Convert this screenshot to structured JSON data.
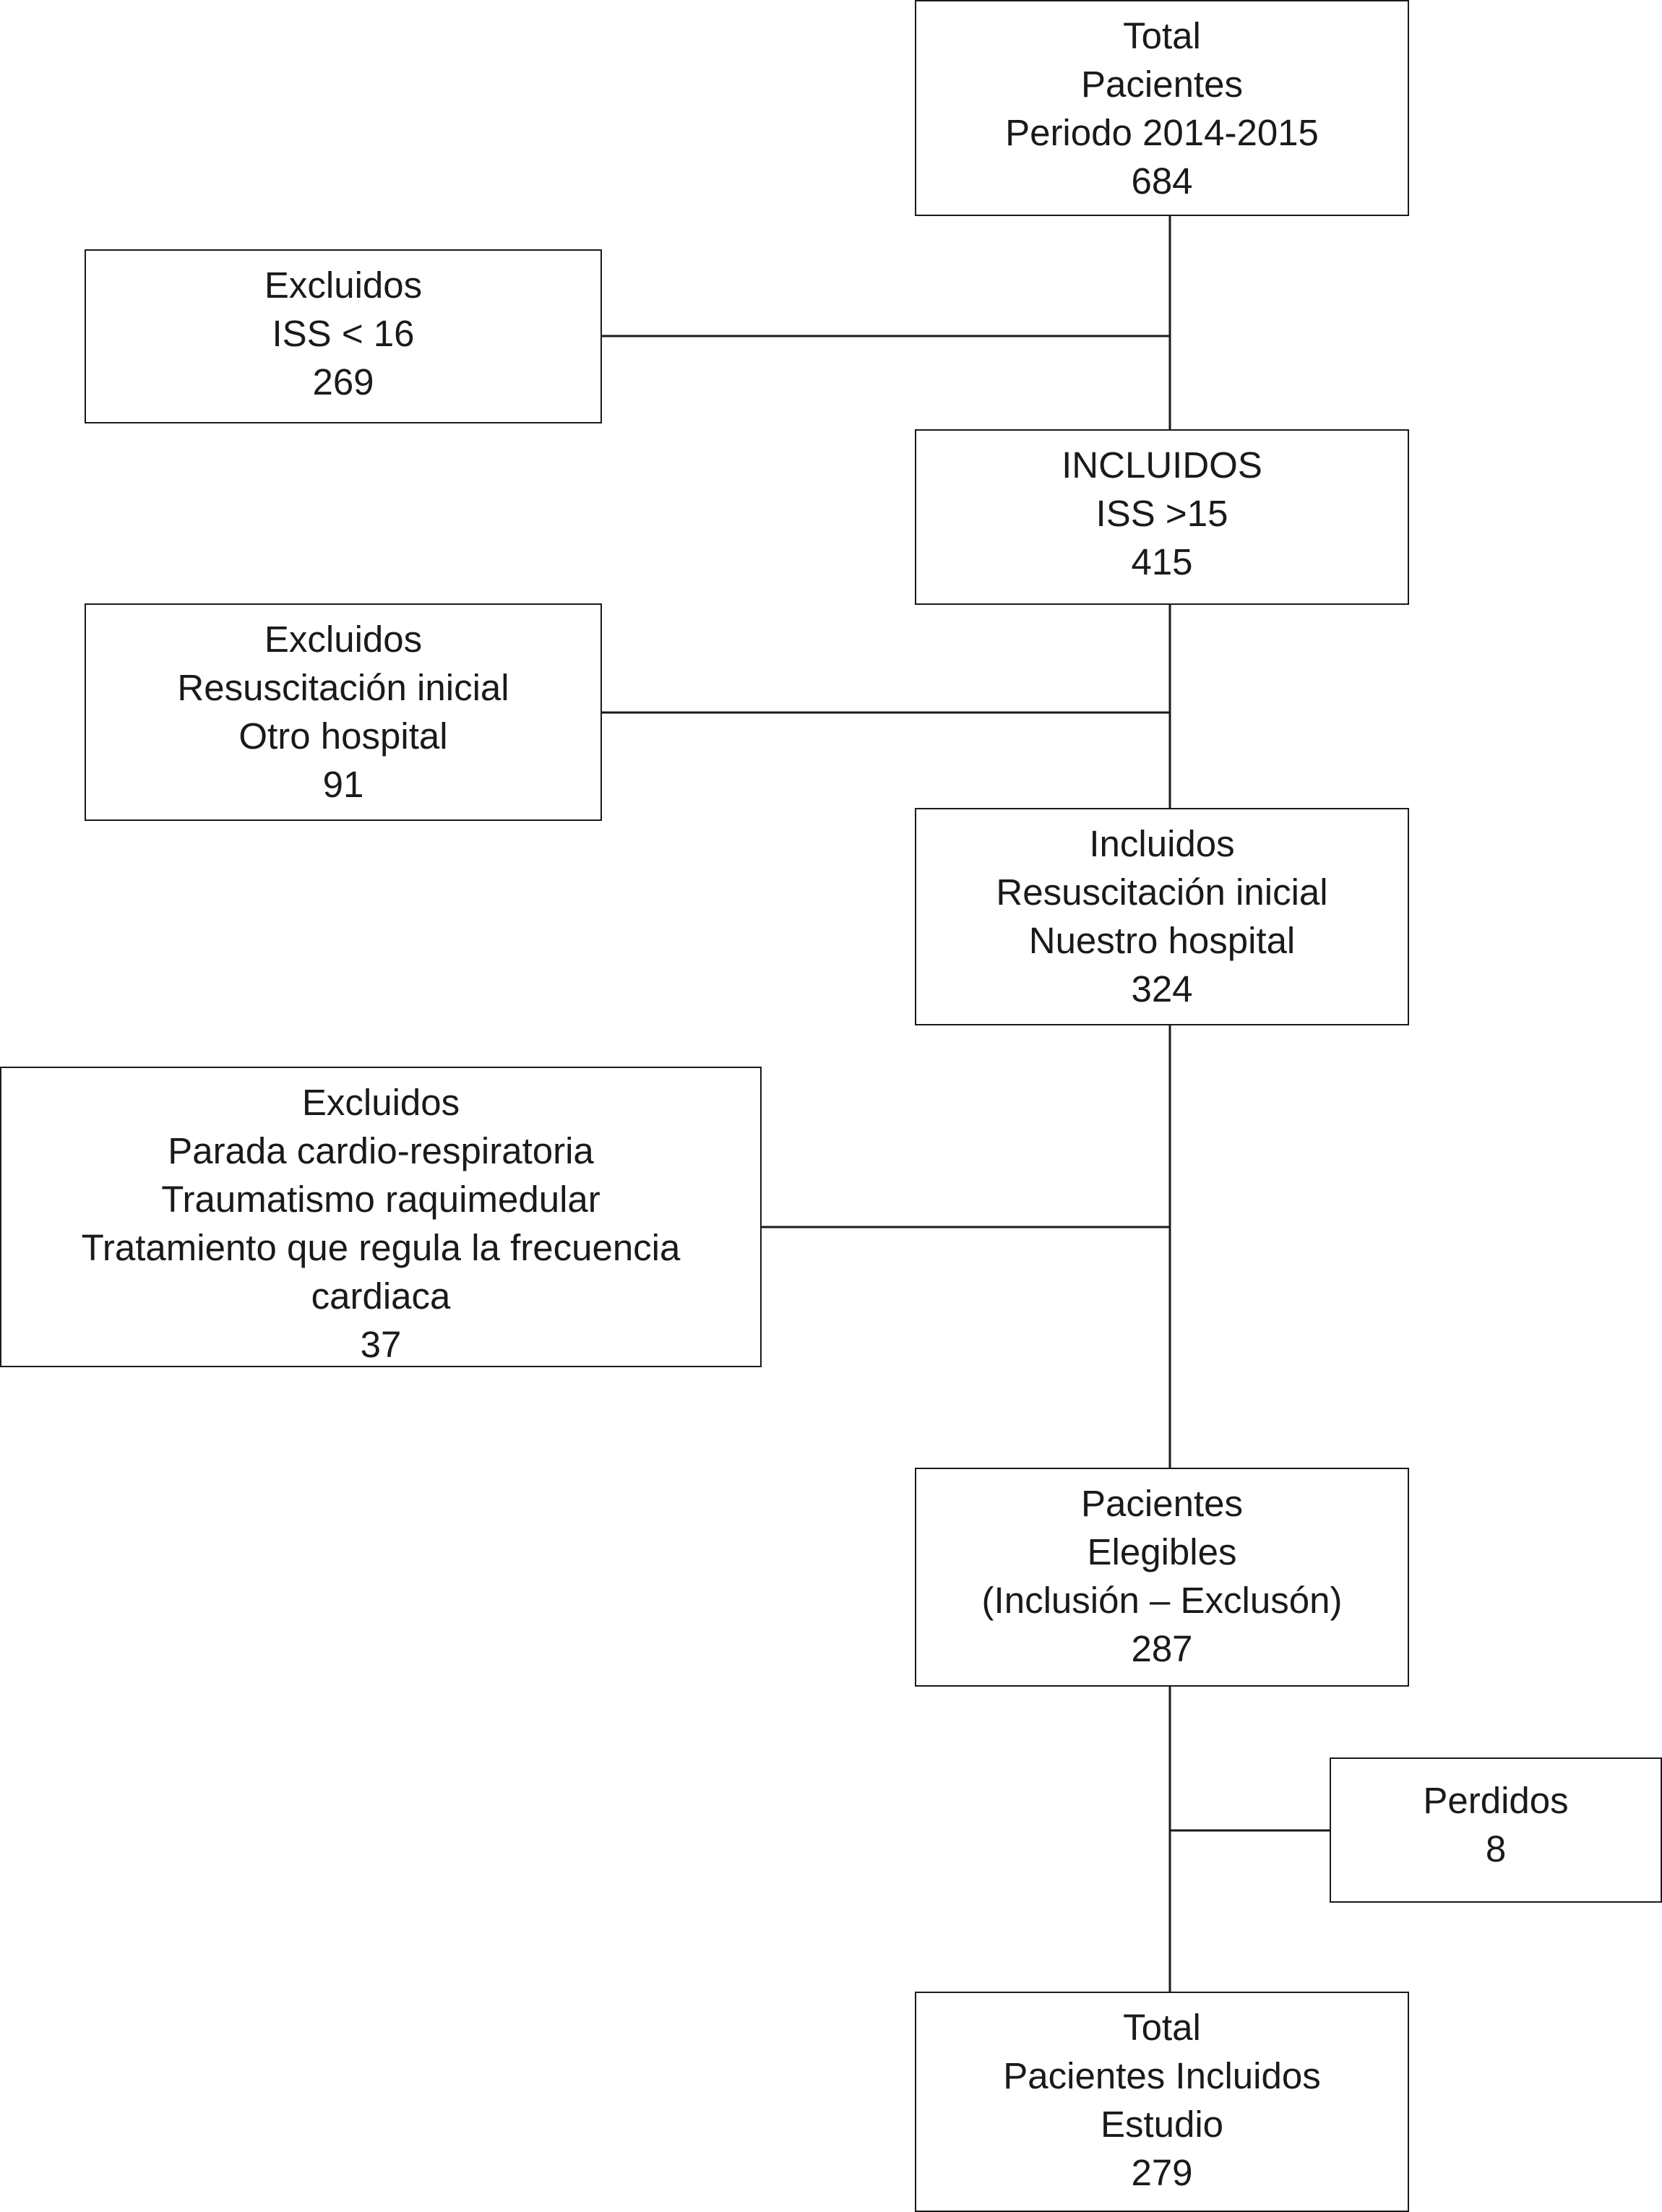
{
  "flowchart": {
    "total_pacientes": {
      "lines": [
        "Total",
        "Pacientes",
        "Periodo 2014-2015",
        "684"
      ]
    },
    "excluidos_iss": {
      "lines": [
        "Excluidos",
        "ISS < 16",
        "269"
      ]
    },
    "incluidos_iss": {
      "lines": [
        "INCLUIDOS",
        "ISS >15",
        "415"
      ]
    },
    "excluidos_resuscitacion": {
      "lines": [
        "Excluidos",
        "Resuscitación inicial",
        "Otro hospital",
        "91"
      ]
    },
    "incluidos_resuscitacion": {
      "lines": [
        "Incluidos",
        "Resuscitación inicial",
        "Nuestro hospital",
        "324"
      ]
    },
    "excluidos_otros": {
      "lines": [
        "Excluidos",
        "Parada cardio-respiratoria",
        "Traumatismo raquimedular",
        "Tratamiento que regula la frecuencia",
        "cardiaca",
        "37"
      ]
    },
    "pacientes_elegibles": {
      "lines": [
        "Pacientes",
        "Elegibles",
        "(Inclusión – Exclusón)",
        "287"
      ]
    },
    "perdidos": {
      "lines": [
        "Perdidos",
        "8"
      ]
    },
    "total_incluidos": {
      "lines": [
        "Total",
        "Pacientes Incluidos",
        "Estudio",
        "279"
      ]
    }
  },
  "colors": {
    "stroke": "#1a1a1a",
    "background": "#ffffff",
    "text": "#1a1a1a"
  }
}
